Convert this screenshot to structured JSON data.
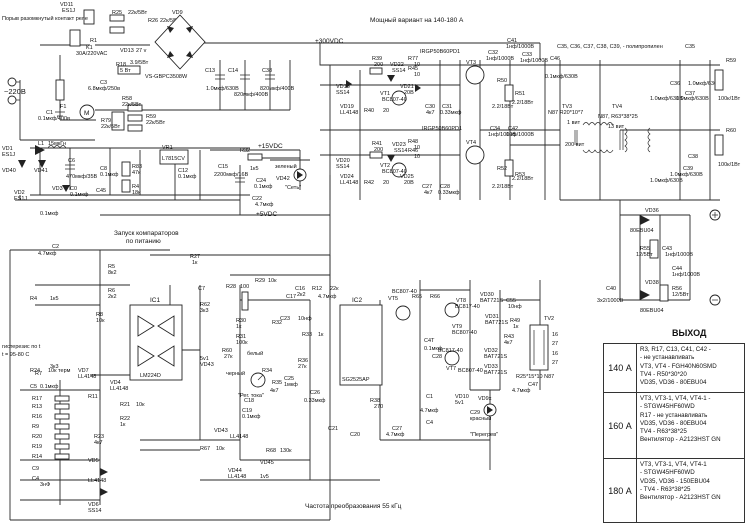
{
  "header": {
    "high_power_note": "Мощный вариант на 140-180 А",
    "caps_note": "C35, C36, C37, C38, C39, - полипропилен",
    "rail_300": "+300VDC",
    "rail_15": "+15VDC",
    "rail_5": "+5VDC",
    "mains": "~220В"
  },
  "annotations": {
    "relay_note": "Порыв разомкнутый контакт реле",
    "comparator_note": "Запуск компараторов\nпо питанию",
    "hysteresis_note": "гистерезис по t\nt = 95-80 C",
    "freq_note": "Частота преобразования 55 кГц",
    "output_title": "ВЫХОД",
    "network_led": "\"Сеть\"",
    "overheat_led": "\"Перегрев\"",
    "current_reg": "\"Рег. тока\"",
    "green": "зеленый",
    "red": "красный",
    "white": "белый",
    "black": "черный"
  },
  "ics": [
    {
      "ref": "IC1",
      "part": "LM224D"
    },
    {
      "ref": "IC2",
      "part": "SG2525AP"
    },
    {
      "ref": "VR1",
      "part": "L7815CV"
    }
  ],
  "transformers": [
    {
      "ref": "TV3",
      "spec": "N87 R20*10*7"
    },
    {
      "ref": "TV4",
      "spec": "N87, R63*38*25"
    },
    {
      "ref": "TV2",
      "spec": "R25*15*10 N87"
    }
  ],
  "winding_labels": [
    "13 вит",
    "200 вит",
    "1 вит"
  ],
  "parts": {
    "bridge": [
      "VD11",
      "ES1J",
      "R25",
      "22к/5Вт",
      "R26",
      "22к/5Вт",
      "R1",
      "K1",
      "30A/220VAC",
      "VD9",
      "VS-GBPC3508W",
      "VD13",
      "27 v",
      "R18",
      "3.9/5Вт",
      "5 Вт",
      "C3",
      "6.8мкф/250в",
      "C1",
      "0.1мкф/400в",
      "C14",
      "820мкф/400В",
      "C38",
      "820мкф/400В",
      "C13",
      "1.0мкф/630В",
      "F1",
      "R79",
      "22к/5Вт",
      "R58",
      "22к/5Вт",
      "R59",
      "22к/5Вт"
    ],
    "aux_supply": [
      "VD1",
      "ES1J",
      "VD2",
      "ES1J",
      "VD40",
      "VD41",
      "L1",
      "15мкГн",
      "C6",
      "470мкф/35В",
      "C8",
      "0.1мкф",
      "R83",
      "47к",
      "C12",
      "0.1мкф",
      "R4",
      "18к",
      "C15",
      "2200мкф/16В",
      "R32",
      "1к5",
      "C24",
      "0.1мкф",
      "C22",
      "4.7мкф",
      "VD42",
      "VD3",
      "C45",
      "0.1мкф"
    ],
    "half_bridge": [
      "VD18",
      "SS14",
      "VD19",
      "LL4148",
      "R39",
      "200",
      "VD22",
      "SS14",
      "VT1",
      "BC807-40",
      "R40",
      "20",
      "VT3",
      "IRGP50B60PD1",
      "R77",
      "10",
      "R45",
      "10",
      "VD21",
      "20В",
      "VD20",
      "SS14",
      "VD24",
      "LL4148",
      "R41",
      "200",
      "VD23",
      "SS14",
      "VT2",
      "BC807-40",
      "R42",
      "20",
      "VT4",
      "IRGP50B60PD1",
      "R48",
      "10",
      "R46",
      "10",
      "VD25",
      "20В",
      "C30",
      "4к7",
      "C31",
      "0.33мкф",
      "C27",
      "4к7",
      "C28",
      "0.33мкф",
      "R50",
      "2.2/18Вт",
      "R51",
      "2.2/18Вт",
      "R52",
      "2.2/18Вт",
      "R53",
      "2.2/18Вт",
      "C41",
      "1нф/1000В",
      "C42",
      "1нф/1000В",
      "C32",
      "1нф/1000В",
      "C33",
      "1нф/1000В",
      "C34",
      "1нф/1000В",
      "C46",
      "0.1мкф/630В",
      "C35",
      "1.0мкф/630В",
      "C36",
      "1.0мкф/630В",
      "C37",
      "1.0мкф/630В",
      "C39",
      "1.0мкф/630В",
      "R59",
      "100к/1Вт",
      "R60",
      "100к/1Вт"
    ],
    "output": [
      "VD36",
      "80EBU04",
      "VD38",
      "80EBU04",
      "C43",
      "1нф/1000В",
      "R55",
      "12/5Вт",
      "C40",
      "3х2/1000В",
      "R56",
      "12/5Вт",
      "C44",
      "1нф/1000В"
    ],
    "control": [
      "C2",
      "4.7мкф",
      "R4",
      "1к5",
      "R5",
      "8к2",
      "R6",
      "2к2",
      "R8",
      "10к",
      "R10",
      "",
      "R27",
      "1к",
      "C7",
      "",
      "R62",
      "3к3",
      "VD37",
      "LL4148",
      "R11",
      "10к",
      "C9",
      "",
      "R15",
      "VD43",
      "5v1",
      "C5",
      "0.1мкф",
      "R24",
      "10к терм",
      "R7",
      "3к3",
      "R9",
      "",
      "R13",
      "",
      "R14",
      "R16",
      "R17",
      "R19",
      "R20",
      "R21",
      "10к",
      "R22",
      "1к",
      "R23",
      "4к7",
      "VD4",
      "LL4148",
      "VD5",
      "LL4148",
      "VD6",
      "SS14",
      "C4",
      "3нФ",
      "VD7",
      "LL4148",
      "R28",
      "100",
      "R29",
      "10к",
      "C16",
      "2к2",
      "R12",
      "22к",
      "C17",
      "4.7мкф",
      "C23",
      "10нф",
      "R30",
      "1к",
      "R31",
      "100к",
      "R33",
      "1к",
      "R34",
      "",
      "R35",
      "4к7",
      "C18",
      "",
      "C19",
      "",
      "C25",
      "1мкф",
      "C26",
      "0.33мкф",
      "R36",
      "27к",
      "R37",
      "",
      "R38",
      "",
      "R44",
      "",
      "C20",
      "4.7мкф",
      "C21",
      "",
      "C29",
      "4.7мкф",
      "VD10",
      "5v1",
      "R67",
      "10к",
      "VD44",
      "LL4148",
      "R68",
      "130к",
      "VD45",
      "1v5",
      "R57",
      "",
      "VT5",
      "BC807-40",
      "VT6",
      "BC807-40",
      "VT7",
      "BC817-40",
      "VT8",
      "BC817-40",
      "VT9",
      "",
      "R65",
      "",
      "R66",
      "",
      "VD30",
      "BAT721S",
      "VD31",
      "BAT721S",
      "VD32",
      "BAT721S",
      "VD33",
      "BAT721S",
      "C55",
      "10нф",
      "R49",
      "1к",
      "R43",
      "4к7",
      "C47",
      "",
      "C48",
      "4.7мкф"
    ]
  },
  "variants": [
    {
      "current": "140 А",
      "lines": [
        "R3, R17, C13, C41, C42 -",
        "- не устанавливать",
        "VT3, VT4 - FGH40N60SMD",
        "TV4 - R50*30*20",
        "VD35, VD36 - 80EBU04"
      ]
    },
    {
      "current": "160 А",
      "lines": [
        "VT3, VT3-1, VT4, VT4-1 -",
        "- STGW45HF60WD",
        "R17 - не устанавливать",
        "VD35, VD36 - 80EBU04",
        "TV4 - R63*38*25",
        "Вентилятор - A2123HST GN"
      ]
    },
    {
      "current": "180 А",
      "lines": [
        "VT3, VT3-1, VT4, VT4-1",
        "- STGW45HF60WD",
        "VD35, VD36 - 150EBU04",
        "- TV4 - R63*38*25",
        "Вентилятор - A2123HST GN"
      ]
    }
  ]
}
